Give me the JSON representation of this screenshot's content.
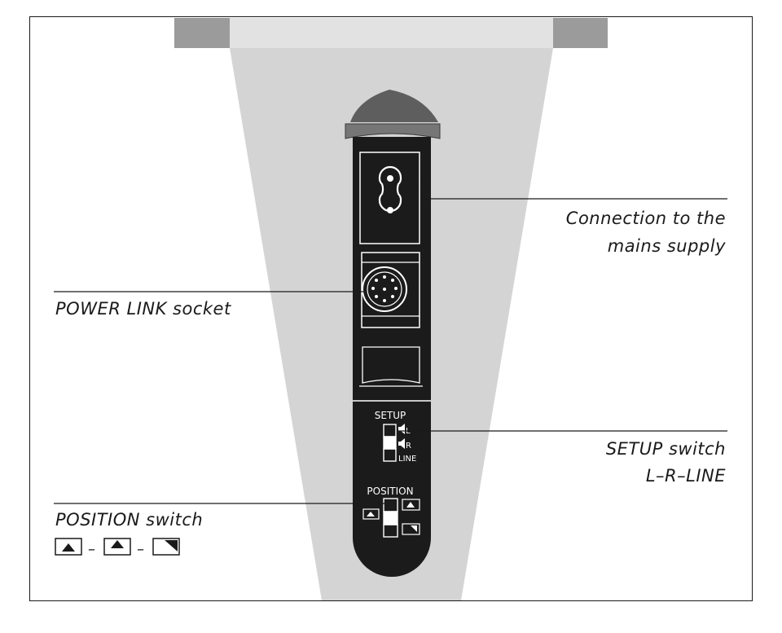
{
  "labels": {
    "mains_line1": "Connection to  the",
    "mains_line2": "mains supply",
    "powerlink": "POWER LINK socket",
    "setup_line1": "SETUP switch",
    "setup_line2": "L–R–LINE",
    "position_line1": "POSITION switch",
    "dash1": "–",
    "dash2": "–"
  },
  "panel": {
    "setup_title": "SETUP",
    "setup_l": "L",
    "setup_r": "R",
    "setup_line": "LINE",
    "position_title": "POSITION"
  },
  "icons": [
    "speaker-floor-icon",
    "speaker-wall-icon",
    "speaker-corner-icon"
  ],
  "colors": {
    "cone": "#d4d4d4",
    "top_bar_light": "#e2e2e2",
    "top_bar_dark": "#9b9b9b",
    "panel": "#1b1b1b",
    "line": "#1a1a1a"
  }
}
